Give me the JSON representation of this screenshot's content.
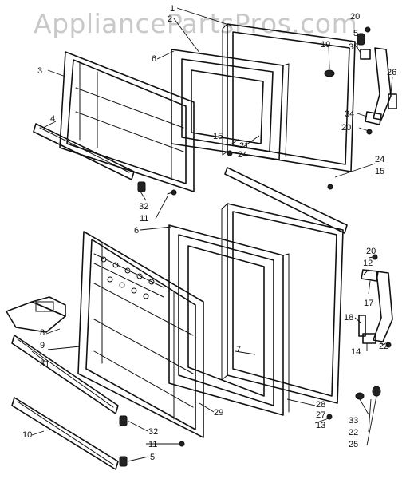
{
  "watermark": "AppliancePartsPros.com",
  "callouts": {
    "c1": "1",
    "c2": "2",
    "c3": "3",
    "c4": "4",
    "c5": "5",
    "c6a": "6",
    "c6b": "6",
    "c7": "7",
    "c8": "8",
    "c9": "9",
    "c10": "10",
    "c11a": "11",
    "c11b": "11",
    "c12": "12",
    "c13": "13",
    "c14": "14",
    "c15a": "15",
    "c15b": "15",
    "c17": "17",
    "c18": "18",
    "c19": "19",
    "c20a": "20",
    "c20b": "20",
    "c20c": "20",
    "c21": "21",
    "c22a": "22",
    "c22b": "22",
    "c24a": "24",
    "c24b": "24",
    "c25": "25",
    "c26": "26",
    "c27": "27",
    "c28": "28",
    "c29": "29",
    "c31": "31",
    "c32a": "32",
    "c32b": "32",
    "c33": "33",
    "c34": "34",
    "c38": "38"
  }
}
